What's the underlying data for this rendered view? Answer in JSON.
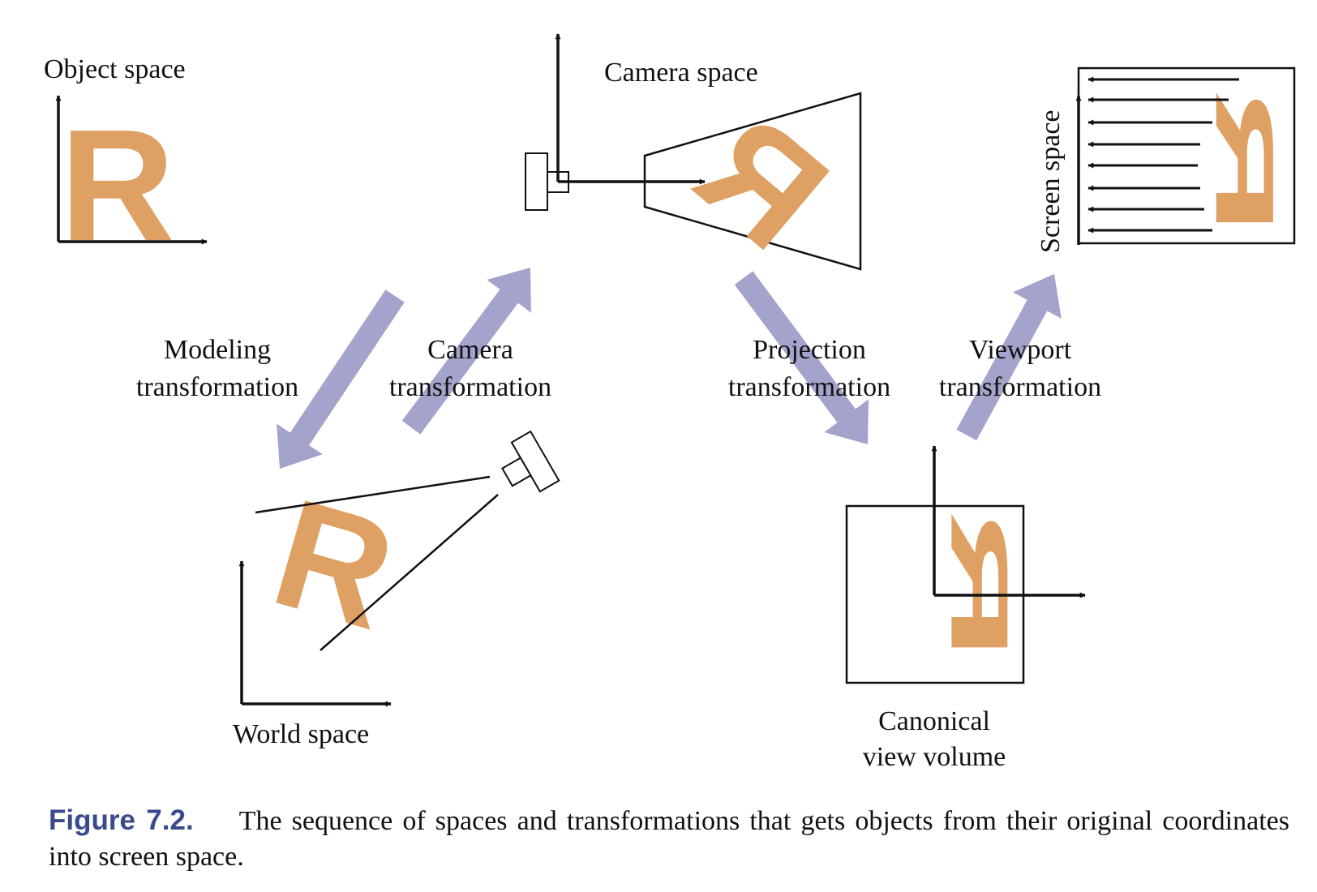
{
  "labels": {
    "object_space": "Object space",
    "camera_space": "Camera space",
    "screen_space": "Screen space",
    "world_space": "World space",
    "canonical_line1": "Canonical",
    "canonical_line2": "view volume"
  },
  "transformations": {
    "modeling_line1": "Modeling",
    "modeling_line2": "transformation",
    "camera_line1": "Camera",
    "camera_line2": "transformation",
    "projection_line1": "Projection",
    "projection_line2": "transformation",
    "viewport_line1": "Viewport",
    "viewport_line2": "transformation"
  },
  "caption": {
    "figure_number": "Figure 7.2.",
    "text": "The sequence of spaces and transformations that gets objects from their original coordinates into screen space."
  },
  "glyph": "R",
  "colors": {
    "object_fill": "#dfa064",
    "transform_arrow": "#a3a3cb",
    "line": "#111111",
    "figure_number": "#3a4a8c"
  }
}
